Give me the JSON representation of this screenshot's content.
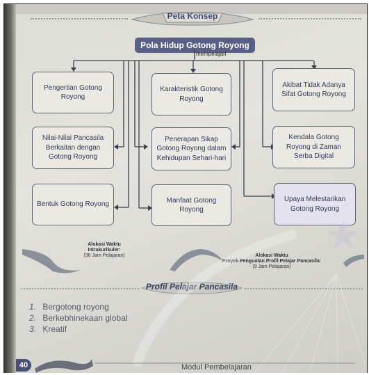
{
  "banner": {
    "title": "Peta Konsep"
  },
  "root": {
    "label": "Pola Hidup Gotong Royong",
    "relation": "mempelajari"
  },
  "nodes": {
    "c1": [
      "Pengertian Gotong",
      "Royong",
      "",
      "Nilai-Nilai Pancasila",
      "Berkaitan dengan",
      "Gotong Royong",
      "",
      "Bentuk Gotong Royong"
    ],
    "left": [
      {
        "lines": [
          "Pengertian Gotong",
          "Royong"
        ]
      },
      {
        "lines": [
          "Nilai-Nilai Pancasila",
          "Berkaitan dengan",
          "Gotong Royong"
        ]
      },
      {
        "lines": [
          "Bentuk Gotong Royong"
        ]
      }
    ],
    "middle": [
      {
        "lines": [
          "Karakteristik Gotong",
          "Royong"
        ]
      },
      {
        "lines": [
          "Penerapan Sikap",
          "Gotong Royong dalam",
          "Kehidupan Sehari-hari"
        ]
      },
      {
        "lines": [
          "Manfaat Gotong",
          "Royong"
        ]
      }
    ],
    "right": [
      {
        "lines": [
          "Akibat Tidak Adanya",
          "Sifat Gotong Royong"
        ]
      },
      {
        "lines": [
          "Kendala Gotong",
          "Royong di Zaman",
          "Serba Digital"
        ]
      },
      {
        "lines": [
          "Upaya Melestarikan",
          "Gotong Royong"
        ]
      }
    ]
  },
  "alokasi": {
    "intra": {
      "title": "Alokasi Waktu",
      "subtitle": "Intrakurikuler:",
      "value": "(36 Jam Pelajaran)"
    },
    "projek": {
      "title": "Alokasi Waktu",
      "subtitle": "Proyek Penguatan Profil Pelajar Pancasila:",
      "value": "(9 Jam Pelajaran)"
    }
  },
  "profil": {
    "title": "Profil Pelajar Pancasila",
    "items": [
      {
        "num": "1.",
        "text": "Bergotong royong"
      },
      {
        "num": "2.",
        "text": "Berkebhinekaan global"
      },
      {
        "num": "3.",
        "text": "Kreatif"
      }
    ]
  },
  "footer": {
    "page_number": "40",
    "text": "Modul Pembelajaran"
  },
  "colors": {
    "accent": "#5a5f86",
    "box_border": "#5f6270",
    "text": "#333a55"
  }
}
